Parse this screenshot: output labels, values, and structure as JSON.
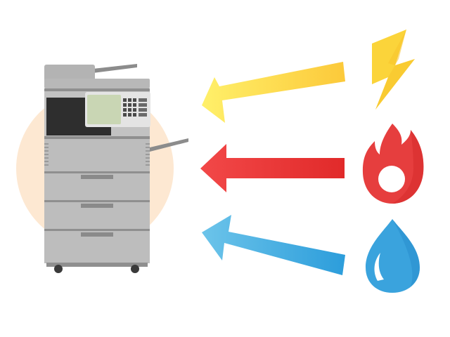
{
  "diagram": {
    "colors": {
      "background": "#ffffff",
      "halo": "#fde8d2",
      "machine_body": "#b3b3b3",
      "machine_dark": "#2e2e2e",
      "machine_display": "#c9d6b4",
      "electricity": "#fbd43a",
      "gas": "#e63e3e",
      "water": "#3aa3dd"
    },
    "machine": {
      "icon": "photocopier-icon"
    },
    "flows": [
      {
        "id": "electricity",
        "icon": "lightning-icon",
        "arrow_color_start": "#fff06a",
        "arrow_color_end": "#fcc93a"
      },
      {
        "id": "gas",
        "icon": "flame-icon",
        "arrow_color_start": "#f24848",
        "arrow_color_end": "#e12a2a"
      },
      {
        "id": "water",
        "icon": "water-drop-icon",
        "arrow_color_start": "#6cc4ea",
        "arrow_color_end": "#2c9ddb"
      }
    ]
  }
}
